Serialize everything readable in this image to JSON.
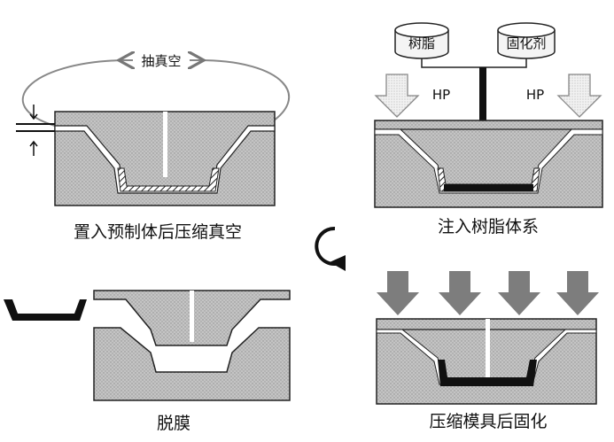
{
  "panels": {
    "vacuum": {
      "caption": "置入预制体后压缩真空",
      "vacuum_label": "抽真空"
    },
    "inject": {
      "caption": "注入树脂体系",
      "tank_resin": "树脂",
      "tank_hardener": "固化剂",
      "pressure_left": "HP",
      "pressure_right": "HP"
    },
    "cure": {
      "caption": "压缩模具后固化"
    },
    "demold": {
      "caption": "脱膜"
    }
  },
  "colors": {
    "mold_fill": "#bdbdbd",
    "outline": "#222222",
    "part": "#111111",
    "arrow_dark": "#7a7a7a",
    "arrow_light": "#e2e2e2"
  }
}
